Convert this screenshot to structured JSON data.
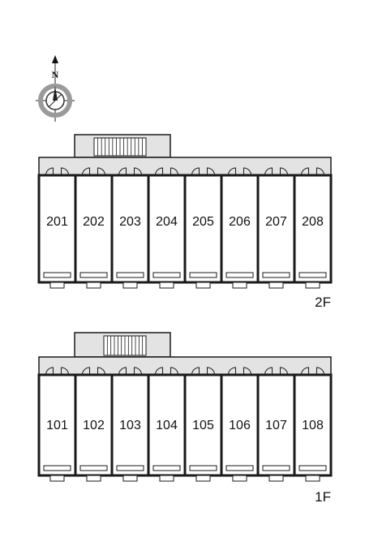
{
  "compass": {
    "north_label": "N"
  },
  "floors": [
    {
      "label": "2F",
      "units": [
        "201",
        "202",
        "203",
        "204",
        "205",
        "206",
        "207",
        "208"
      ]
    },
    {
      "label": "1F",
      "units": [
        "101",
        "102",
        "103",
        "104",
        "105",
        "106",
        "107",
        "108"
      ]
    }
  ],
  "colors": {
    "corridor": "#e3e3e3",
    "wall": "#1a1a1a",
    "compass_ring": "#9a9a9a"
  }
}
